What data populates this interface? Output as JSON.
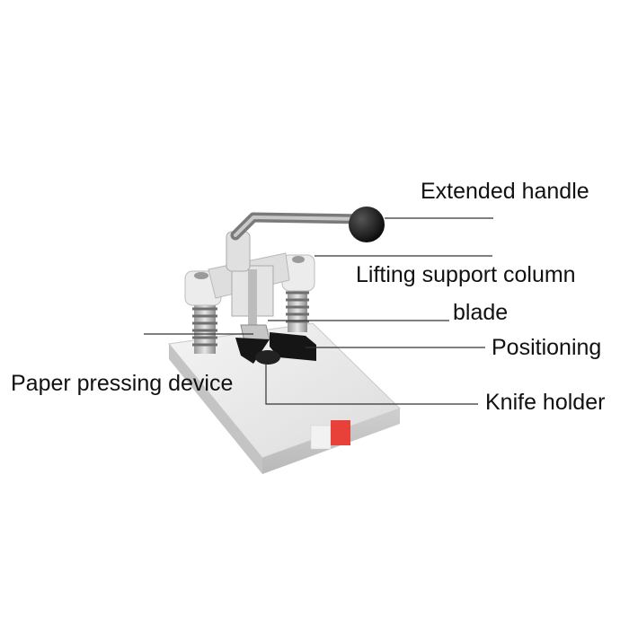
{
  "labels": {
    "extended_handle": "Extended handle",
    "lifting_support_column": "Lifting support column",
    "blade": "blade",
    "positioning": "Positioning",
    "paper_pressing_device": "Paper pressing device",
    "knife_holder": "Knife holder"
  },
  "colors": {
    "background": "#ffffff",
    "machine_base": "#ebebeb",
    "leader_line": "#333333",
    "handle_knob": "#111111",
    "label_red": "#e8413a"
  }
}
